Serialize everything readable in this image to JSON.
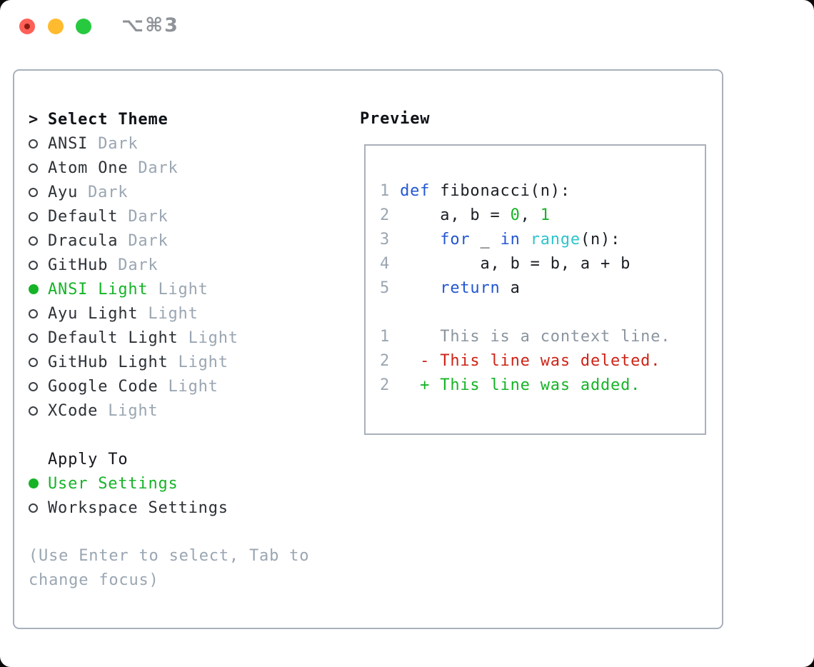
{
  "window": {
    "shortcut_label": "⌥⌘3"
  },
  "colors": {
    "selected_green": "#15b427",
    "keyword_blue": "#2257d2",
    "builtin_cyan": "#2dc4cc",
    "number_green": "#15b427",
    "deleted_red": "#cd2317",
    "added_green": "#15b427",
    "muted_gray": "#9aa6b2",
    "context_gray": "#8b95a0",
    "border_gray": "#a9b0bb",
    "traffic_red": "#fe5f57",
    "traffic_yellow": "#febb2e",
    "traffic_green": "#27c93f"
  },
  "theme_list": {
    "prompt": ">",
    "header": "Select Theme",
    "items": [
      {
        "name": "ANSI",
        "variant": "Dark",
        "selected": false
      },
      {
        "name": "Atom One",
        "variant": "Dark",
        "selected": false
      },
      {
        "name": "Ayu",
        "variant": "Dark",
        "selected": false
      },
      {
        "name": "Default",
        "variant": "Dark",
        "selected": false
      },
      {
        "name": "Dracula",
        "variant": "Dark",
        "selected": false
      },
      {
        "name": "GitHub",
        "variant": "Dark",
        "selected": false
      },
      {
        "name": "ANSI Light",
        "variant": "Light",
        "selected": true
      },
      {
        "name": "Ayu Light",
        "variant": "Light",
        "selected": false
      },
      {
        "name": "Default Light",
        "variant": "Light",
        "selected": false
      },
      {
        "name": "GitHub Light",
        "variant": "Light",
        "selected": false
      },
      {
        "name": "Google Code",
        "variant": "Light",
        "selected": false
      },
      {
        "name": "XCode",
        "variant": "Light",
        "selected": false
      }
    ]
  },
  "apply_to": {
    "header": "Apply To",
    "options": [
      {
        "label": "User Settings",
        "selected": true
      },
      {
        "label": "Workspace Settings",
        "selected": false
      }
    ]
  },
  "hint": "(Use Enter to select, Tab to change focus)",
  "preview": {
    "header": "Preview",
    "code_lines": [
      {
        "num": "1",
        "segments": [
          {
            "t": "def",
            "c": "keyword"
          },
          {
            "t": " fibonacci(n):",
            "c": "plain"
          }
        ]
      },
      {
        "num": "2",
        "segments": [
          {
            "t": "    a, b = ",
            "c": "plain"
          },
          {
            "t": "0",
            "c": "number"
          },
          {
            "t": ", ",
            "c": "plain"
          },
          {
            "t": "1",
            "c": "number"
          }
        ]
      },
      {
        "num": "3",
        "segments": [
          {
            "t": "    ",
            "c": "plain"
          },
          {
            "t": "for",
            "c": "keyword"
          },
          {
            "t": " _ ",
            "c": "plain"
          },
          {
            "t": "in",
            "c": "keyword"
          },
          {
            "t": " ",
            "c": "plain"
          },
          {
            "t": "range",
            "c": "builtin"
          },
          {
            "t": "(n):",
            "c": "plain"
          }
        ]
      },
      {
        "num": "4",
        "segments": [
          {
            "t": "        a, b = b, a + b",
            "c": "plain"
          }
        ]
      },
      {
        "num": "5",
        "segments": [
          {
            "t": "    ",
            "c": "plain"
          },
          {
            "t": "return",
            "c": "keyword"
          },
          {
            "t": " a",
            "c": "plain"
          }
        ]
      }
    ],
    "diff_lines": [
      {
        "num": "1",
        "marker": " ",
        "text": "This is a context line.",
        "type": "context"
      },
      {
        "num": "2",
        "marker": "-",
        "text": "This line was deleted.",
        "type": "deleted"
      },
      {
        "num": "2",
        "marker": "+",
        "text": "This line was added.",
        "type": "added"
      }
    ]
  }
}
